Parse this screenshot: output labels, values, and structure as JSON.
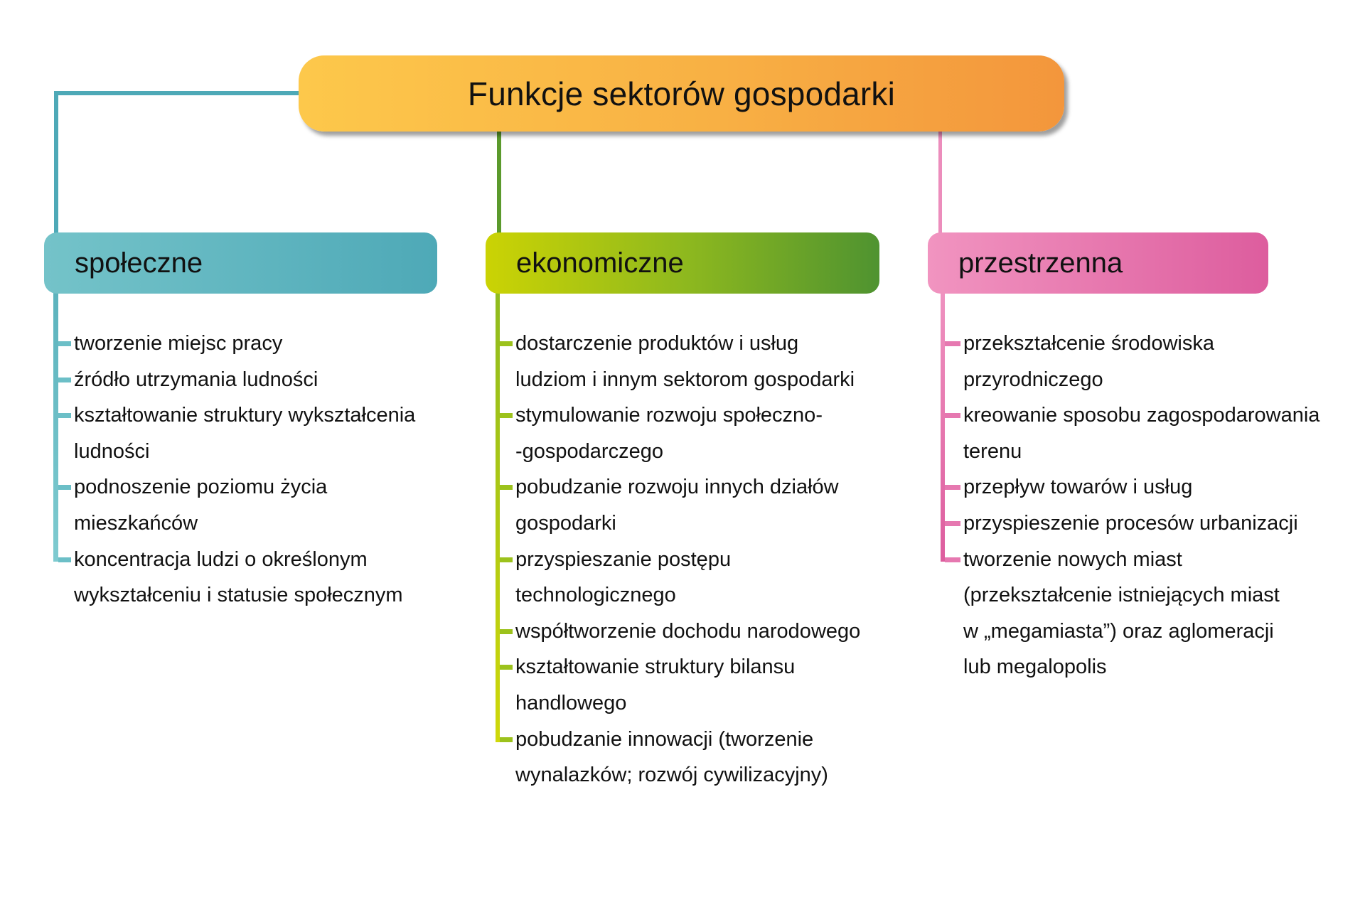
{
  "title": "Funkcje sektorów gospodarki",
  "colors": {
    "title_gradient": [
      "#fdc84b",
      "#f3963c"
    ],
    "social": "#4ea9b7",
    "economic": "#8fb91e",
    "spatial": "#dd5d9e"
  },
  "categories": [
    {
      "label": "społeczne",
      "items": [
        [
          "tworzenie miejsc pracy"
        ],
        [
          "źródło utrzymania ludności"
        ],
        [
          "kształtowanie struktury wykształcenia",
          "ludności"
        ],
        [
          "podnoszenie poziomu życia",
          "mieszkańców"
        ],
        [
          "koncentracja ludzi o określonym",
          "wykształceniu i statusie społecznym"
        ]
      ]
    },
    {
      "label": "ekonomiczne",
      "items": [
        [
          "dostarczenie produktów i usług",
          "ludziom i innym sektorom gospodarki"
        ],
        [
          "stymulowanie rozwoju społeczno-",
          "-gospodarczego"
        ],
        [
          "pobudzanie rozwoju innych działów",
          "gospodarki"
        ],
        [
          "przyspieszanie postępu",
          "technologicznego"
        ],
        [
          "współtworzenie dochodu narodowego"
        ],
        [
          "kształtowanie struktury bilansu",
          "handlowego"
        ],
        [
          "pobudzanie innowacji (tworzenie",
          "wynalazków; rozwój cywilizacyjny)"
        ]
      ]
    },
    {
      "label": "przestrzenna",
      "items": [
        [
          "przekształcenie środowiska",
          "przyrodniczego"
        ],
        [
          "kreowanie sposobu zagospodarowania",
          "terenu"
        ],
        [
          "przepływ towarów i usług"
        ],
        [
          "przyspieszenie procesów urbanizacji"
        ],
        [
          "tworzenie nowych miast",
          "(przekształcenie istniejących miast",
          "w „megamiasta”) oraz aglomeracji",
          "lub megalopolis"
        ]
      ]
    }
  ]
}
